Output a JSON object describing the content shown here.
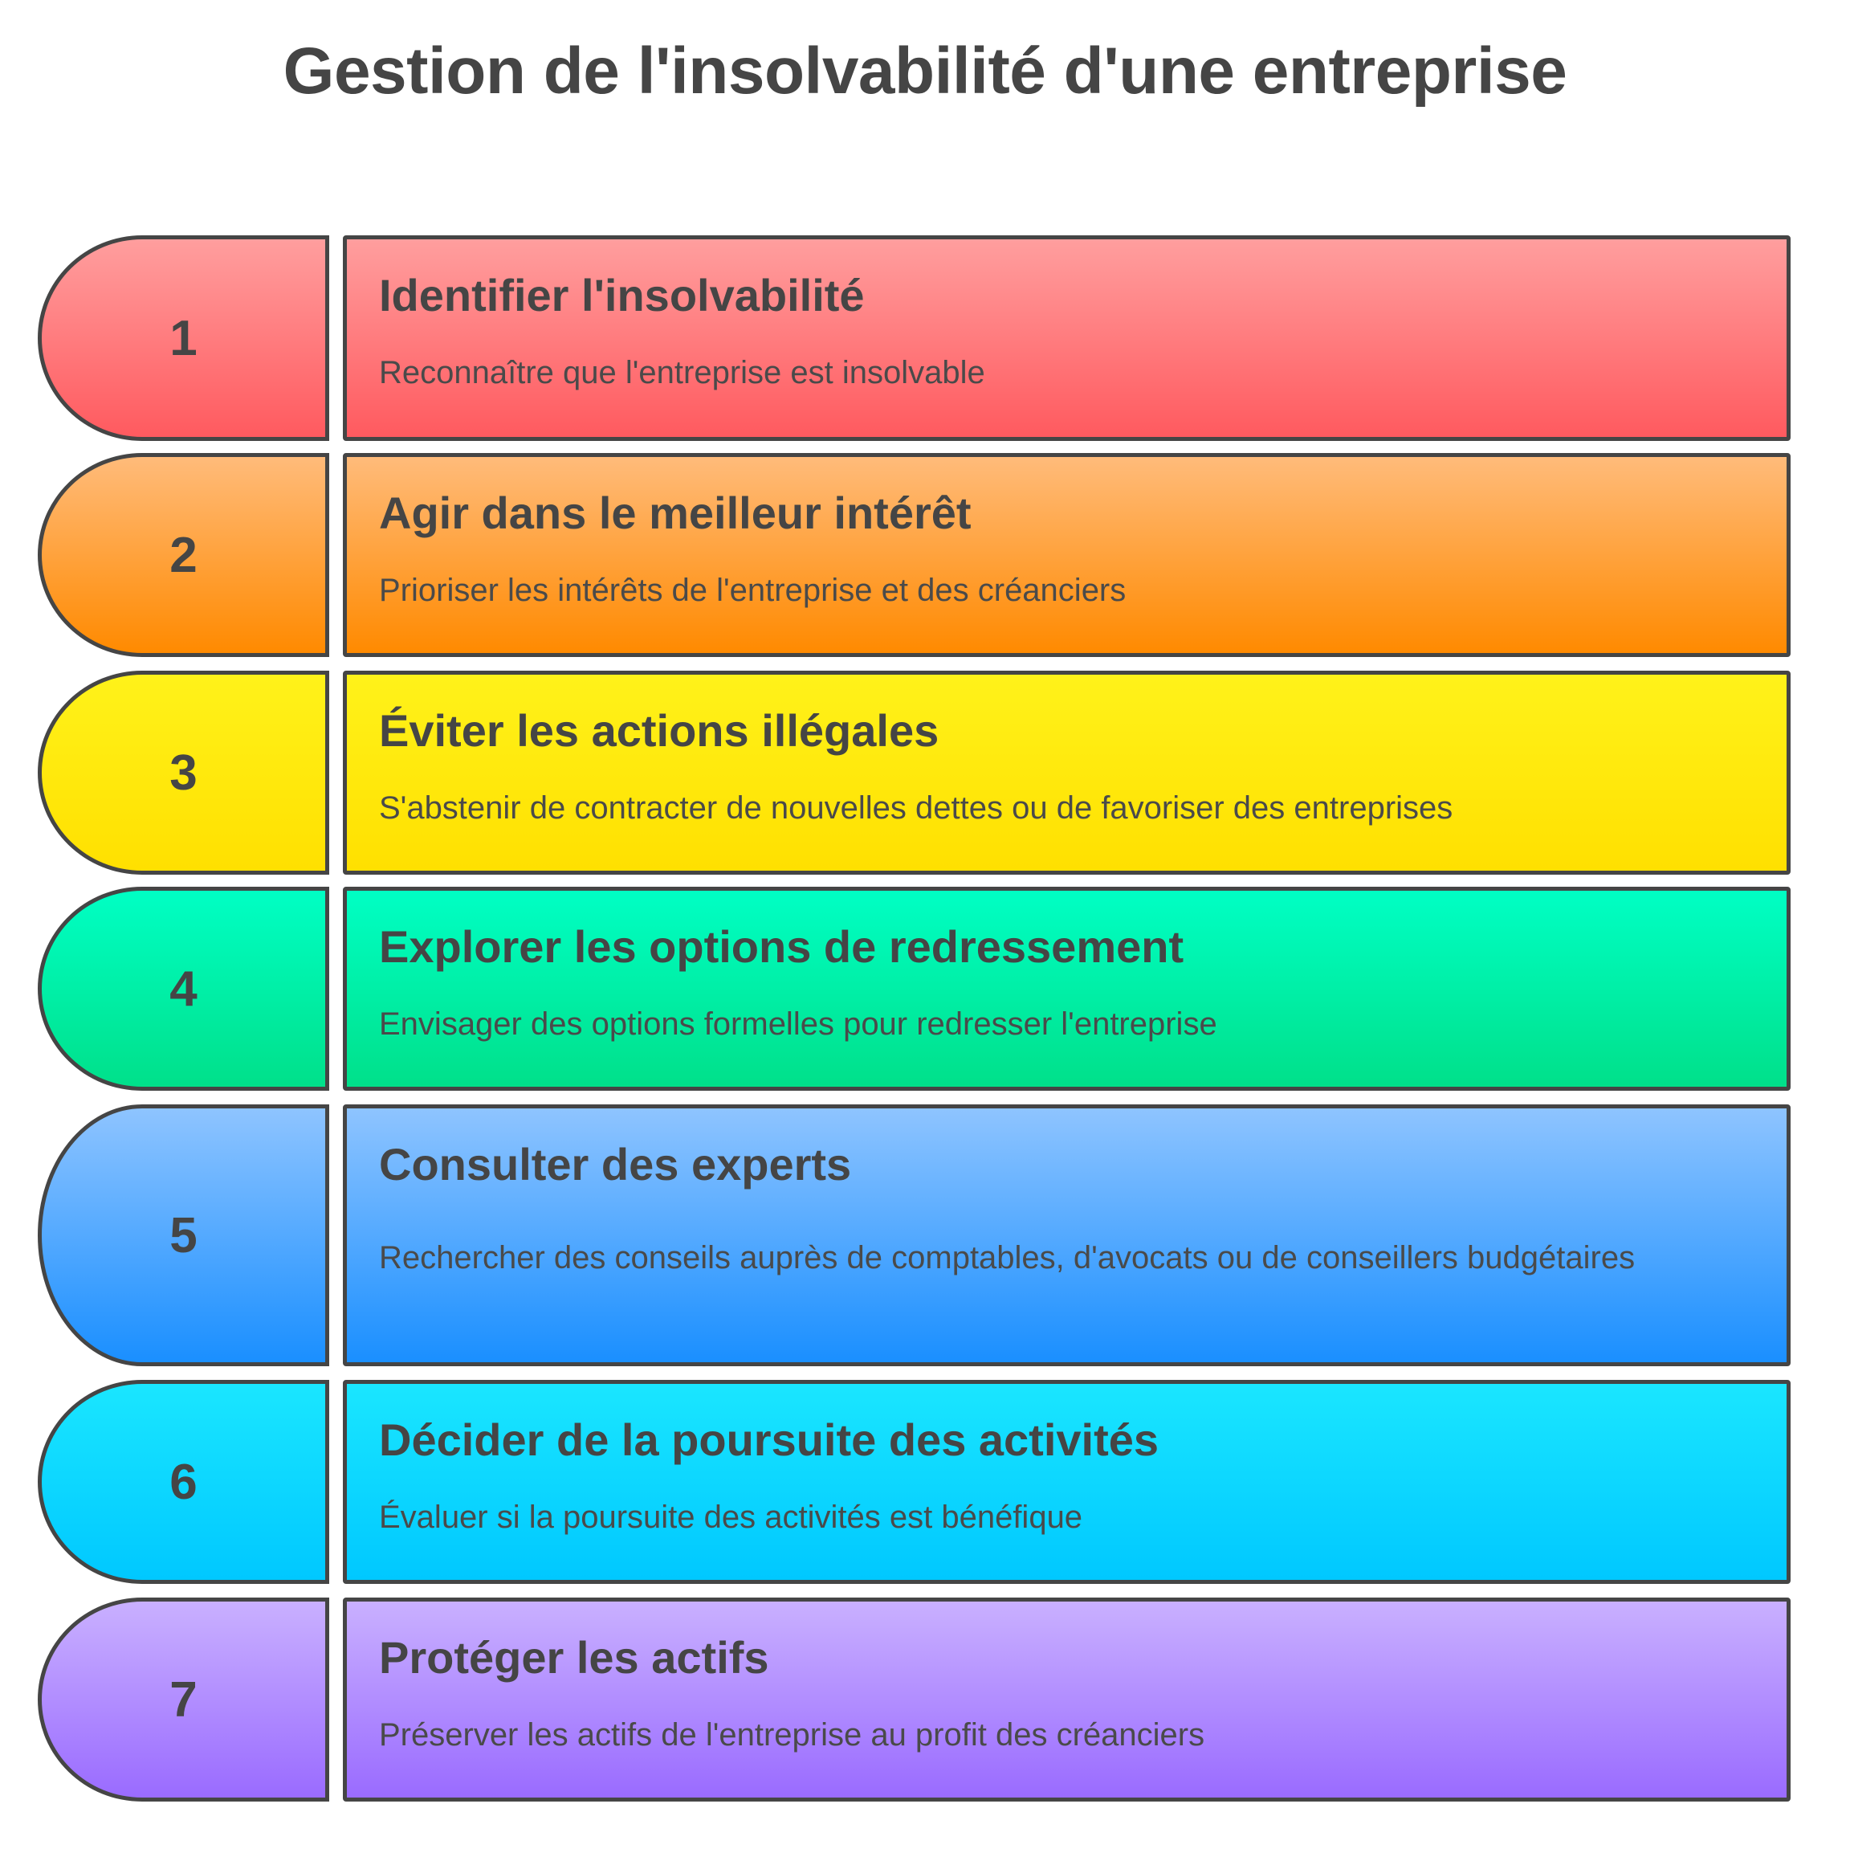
{
  "title": "Gestion de l'insolvabilité d'une entreprise",
  "steps": [
    {
      "number": "1",
      "heading": "Identifier l'insolvabilité",
      "description": "Reconnaître que l'entreprise est insolvable",
      "color_top": "#ff9e9e",
      "color_bottom": "#ff5a5f"
    },
    {
      "number": "2",
      "heading": "Agir dans le meilleur intérêt",
      "description": "Prioriser les intérêts de l'entreprise et des créanciers",
      "color_top": "#ffbb7a",
      "color_bottom": "#ff8a00"
    },
    {
      "number": "3",
      "heading": "Éviter les actions illégales",
      "description": "S'abstenir de contracter de nouvelles dettes ou de favoriser des entreprises",
      "color_top": "#fff21a",
      "color_bottom": "#ffe000"
    },
    {
      "number": "4",
      "heading": "Explorer les options de redressement",
      "description": "Envisager des options formelles pour redresser l'entreprise",
      "color_top": "#00ffc4",
      "color_bottom": "#00e08a"
    },
    {
      "number": "5",
      "heading": "Consulter des experts",
      "description": "Rechercher des conseils auprès de comptables, d'avocats ou de conseillers budgétaires",
      "color_top": "#8ec4ff",
      "color_bottom": "#1a8fff"
    },
    {
      "number": "6",
      "heading": "Décider de la poursuite des activités",
      "description": "Évaluer si la poursuite des activités est bénéfique",
      "color_top": "#1ae6ff",
      "color_bottom": "#00c8ff"
    },
    {
      "number": "7",
      "heading": "Protéger les actifs",
      "description": "Préserver les actifs de l'entreprise au profit des créanciers",
      "color_top": "#c9b0ff",
      "color_bottom": "#9a6bff"
    }
  ]
}
